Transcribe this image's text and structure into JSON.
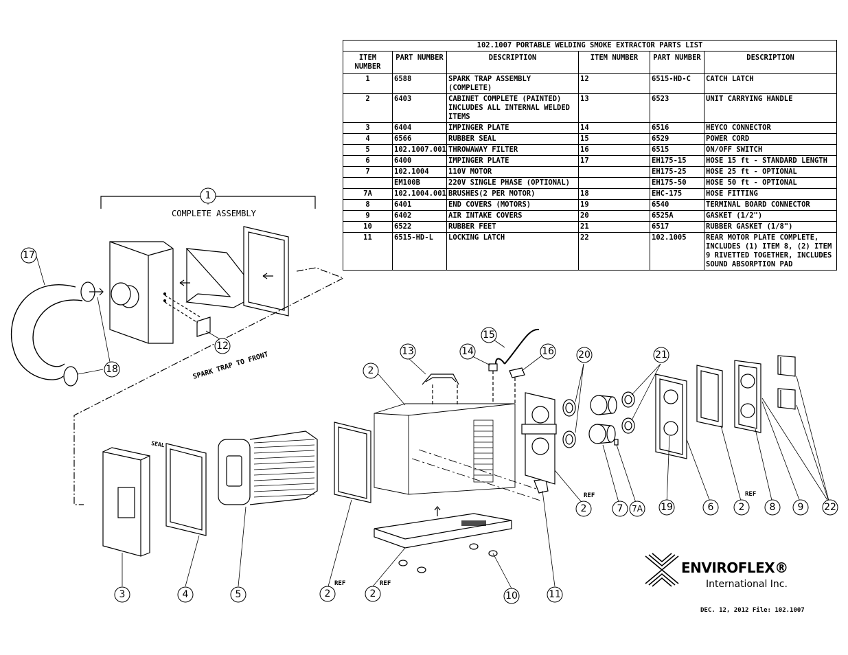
{
  "table": {
    "title": "102.1007 PORTABLE WELDING SMOKE EXTRACTOR PARTS LIST",
    "headers": [
      "ITEM NUMBER",
      "PART NUMBER",
      "DESCRIPTION",
      "ITEM NUMBER",
      "PART NUMBER",
      "DESCRIPTION"
    ],
    "rows": [
      [
        "1",
        "6588",
        "SPARK TRAP ASSEMBLY (COMPLETE)",
        "12",
        "6515-HD-C",
        "CATCH LATCH"
      ],
      [
        "2",
        "6403",
        "CABINET COMPLETE (PAINTED) INCLUDES ALL INTERNAL WELDED ITEMS",
        "13",
        "6523",
        "UNIT CARRYING HANDLE"
      ],
      [
        "3",
        "6404",
        "IMPINGER PLATE",
        "14",
        "6516",
        "HEYCO CONNECTOR"
      ],
      [
        "4",
        "6566",
        "RUBBER SEAL",
        "15",
        "6529",
        "POWER CORD"
      ],
      [
        "5",
        "102.1007.001",
        "THROWAWAY FILTER",
        "16",
        "6515",
        "ON/OFF SWITCH"
      ],
      [
        "6",
        "6400",
        "IMPINGER PLATE",
        "17",
        "EH175-15",
        "HOSE 15 ft - STANDARD LENGTH"
      ],
      [
        "7",
        "102.1004",
        "110V MOTOR",
        "",
        "EH175-25",
        "HOSE 25 ft - OPTIONAL"
      ],
      [
        "",
        "EM100B",
        "220V SINGLE PHASE (OPTIONAL)",
        "",
        "EH175-50",
        "HOSE 50 ft - OPTIONAL"
      ],
      [
        "7A",
        "102.1004.001",
        "BRUSHES(2 PER MOTOR)",
        "18",
        "EHC-175",
        "HOSE FITTING"
      ],
      [
        "8",
        "6401",
        "END COVERS (MOTORS)",
        "19",
        "6540",
        "TERMINAL BOARD CONNECTOR"
      ],
      [
        "9",
        "6402",
        "AIR INTAKE COVERS",
        "20",
        "6525A",
        "GASKET (1/2\")"
      ],
      [
        "10",
        "6522",
        "RUBBER FEET",
        "21",
        "6517",
        "RUBBER GASKET (1/8\")"
      ],
      [
        "11",
        "6515-HD-L",
        "LOCKING LATCH",
        "22",
        "102.1005",
        "REAR MOTOR PLATE COMPLETE, INCLUDES (1) ITEM 8, (2) ITEM 9 RIVETTED TOGETHER, INCLUDES SOUND ABSORPTION PAD"
      ]
    ]
  },
  "diagram": {
    "assembly_label": "COMPLETE ASSEMBLY",
    "spark_trap_label": "SPARK TRAP TO FRONT",
    "seal_label": "SEAL",
    "ref_label": "REF",
    "callouts": [
      "1",
      "2",
      "3",
      "4",
      "5",
      "2",
      "2",
      "7",
      "7A",
      "10",
      "11",
      "12",
      "13",
      "14",
      "15",
      "16",
      "17",
      "18",
      "19",
      "20",
      "21",
      "6",
      "2",
      "8",
      "9",
      "22"
    ]
  },
  "logo": {
    "name": "ENVIROFLEX®",
    "subtitle": "International Inc."
  },
  "footer": {
    "date_file": "DEC. 12, 2012   File:  102.1007"
  }
}
